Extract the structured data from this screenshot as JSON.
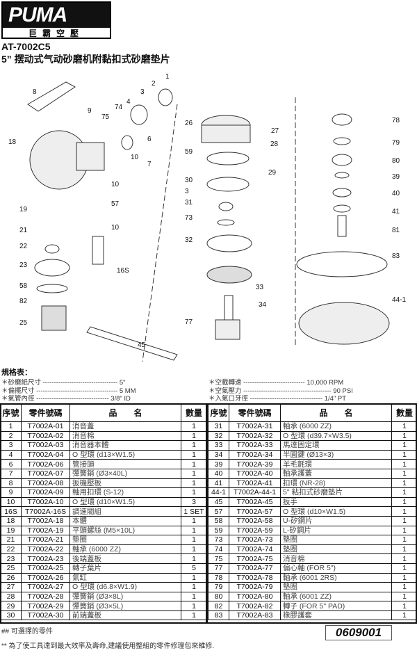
{
  "brand": {
    "name": "PUMA",
    "subtitle": "巨霸空壓"
  },
  "model": "AT-7002C5",
  "title": "5” 摆动式气动砂磨机附黏扣式砂磨垫片",
  "diagram_labels": [
    "8",
    "9",
    "75",
    "74",
    "4",
    "3",
    "2",
    "1",
    "18",
    "6",
    "10",
    "7",
    "10",
    "57",
    "10",
    "19",
    "21",
    "22",
    "16S",
    "23",
    "58",
    "82",
    "25",
    "45",
    "26",
    "27",
    "28",
    "59",
    "29",
    "30",
    "3",
    "31",
    "73",
    "32",
    "33",
    "77",
    "34",
    "78",
    "79",
    "80",
    "39",
    "40",
    "41",
    "81",
    "83",
    "44-1"
  ],
  "specs": {
    "heading": "規格表：",
    "items": [
      {
        "label": "＊砂磨紙尺寸 ----------------------------------",
        "value": "5\""
      },
      {
        "label": "＊偏擺尺寸 -------------------------------------",
        "value": "5 MM"
      },
      {
        "label": "＊氣管內徑 ---------------------------------",
        "value": "3/8\" ID"
      },
      {
        "label": "＊空載轉速 ----------------------------",
        "value": "10,000 RPM"
      },
      {
        "label": "＊空氣壓力 ----------------------------------------",
        "value": "90 PSI"
      },
      {
        "label": "＊入氣口牙徑 ---------------------------------",
        "value": "1/4\" PT"
      }
    ]
  },
  "table": {
    "headers": [
      "序號",
      "零件號碼",
      "品　　名",
      "數量"
    ],
    "left": [
      [
        "1",
        "T7002A-01",
        "消音蓋",
        "1"
      ],
      [
        "2",
        "T7002A-02",
        "消音棉",
        "1"
      ],
      [
        "3",
        "T7002A-03",
        "消音器本體",
        "1"
      ],
      [
        "4",
        "T7002A-04",
        "O 型環 (d13×W1.5)",
        "1"
      ],
      [
        "6",
        "T7002A-06",
        "管接頭",
        "1"
      ],
      [
        "7",
        "T7002A-07",
        "彈簧銷 (Ø3×40L)",
        "1"
      ],
      [
        "8",
        "T7002A-08",
        "扳機壓板",
        "1"
      ],
      [
        "9",
        "T7002A-09",
        "軸用扣環 (S-12)",
        "1"
      ],
      [
        "10",
        "T7002A-10",
        "O 型環 (d10×W1.5)",
        "3"
      ],
      [
        "16S",
        "T7002A-16S",
        "調速閥組",
        "1 SET"
      ],
      [
        "18",
        "T7002A-18",
        "本體",
        "1"
      ],
      [
        "19",
        "T7002A-19",
        "平頭螺絲 (M5×10L)",
        "1"
      ],
      [
        "21",
        "T7002A-21",
        "墊圈",
        "1"
      ],
      [
        "22",
        "T7002A-22",
        "軸承 (6000 ZZ)",
        "1"
      ],
      [
        "23",
        "T7002A-23",
        "後端蓋板",
        "1"
      ],
      [
        "25",
        "T7002A-25",
        "轉子葉片",
        "5"
      ],
      [
        "26",
        "T7002A-26",
        "氣缸",
        "1"
      ],
      [
        "27",
        "T7002A-27",
        "O 型環 (d6.8×W1.9)",
        "1"
      ],
      [
        "28",
        "T7002A-28",
        "彈簧銷 (Ø3×8L)",
        "1"
      ],
      [
        "29",
        "T7002A-29",
        "彈簧銷 (Ø3×5L)",
        "1"
      ],
      [
        "30",
        "T7002A-30",
        "前端蓋板",
        "1"
      ]
    ],
    "right": [
      [
        "31",
        "T7002A-31",
        "軸承 (6000 ZZ)",
        "1"
      ],
      [
        "32",
        "T7002A-32",
        "O 型環 (d39.7×W3.5)",
        "1"
      ],
      [
        "33",
        "T7002A-33",
        "馬達固定環",
        "1"
      ],
      [
        "34",
        "T7002A-34",
        "半圓鍵 (Ø13×3)",
        "1"
      ],
      [
        "39",
        "T7002A-39",
        "羊毛氈環",
        "1"
      ],
      [
        "40",
        "T7002A-40",
        "軸承護蓋",
        "1"
      ],
      [
        "41",
        "T7002A-41",
        "扣環 (NR-28)",
        "1"
      ],
      [
        "44-1",
        "T7002A-44-1",
        "5\" 粘扣式砂磨墊片",
        "1"
      ],
      [
        "45",
        "T7002A-45",
        "扳手",
        "1"
      ],
      [
        "57",
        "T7002A-57",
        "O 型環 (d10×W1.5)",
        "1"
      ],
      [
        "58",
        "T7002A-58",
        "U-矽鋼片",
        "1"
      ],
      [
        "59",
        "T7002A-59",
        "L-矽鋼片",
        "1"
      ],
      [
        "73",
        "T7002A-73",
        "墊圈",
        "1"
      ],
      [
        "74",
        "T7002A-74",
        "墊圈",
        "1"
      ],
      [
        "75",
        "T7002A-75",
        "消音棉",
        "1"
      ],
      [
        "77",
        "T7002A-77",
        "偏心軸 (FOR 5\")",
        "1"
      ],
      [
        "78",
        "T7002A-78",
        "軸承 (6001 2RS)",
        "1"
      ],
      [
        "79",
        "T7002A-79",
        "墊圈",
        "1"
      ],
      [
        "80",
        "T7002A-80",
        "軸承 (6001 ZZ)",
        "1"
      ],
      [
        "82",
        "T7002A-82",
        "轉子 (FOR 5\" PAD)",
        "1"
      ],
      [
        "83",
        "T7002A-83",
        "橡膠護套",
        "1"
      ]
    ]
  },
  "footer": {
    "optional_note": "## 可選擇的零件",
    "repair_note": "** 為了使工具達到最大效率及壽命,建議使用整組的零件修理包來維修.",
    "doc_code": "0609001"
  }
}
